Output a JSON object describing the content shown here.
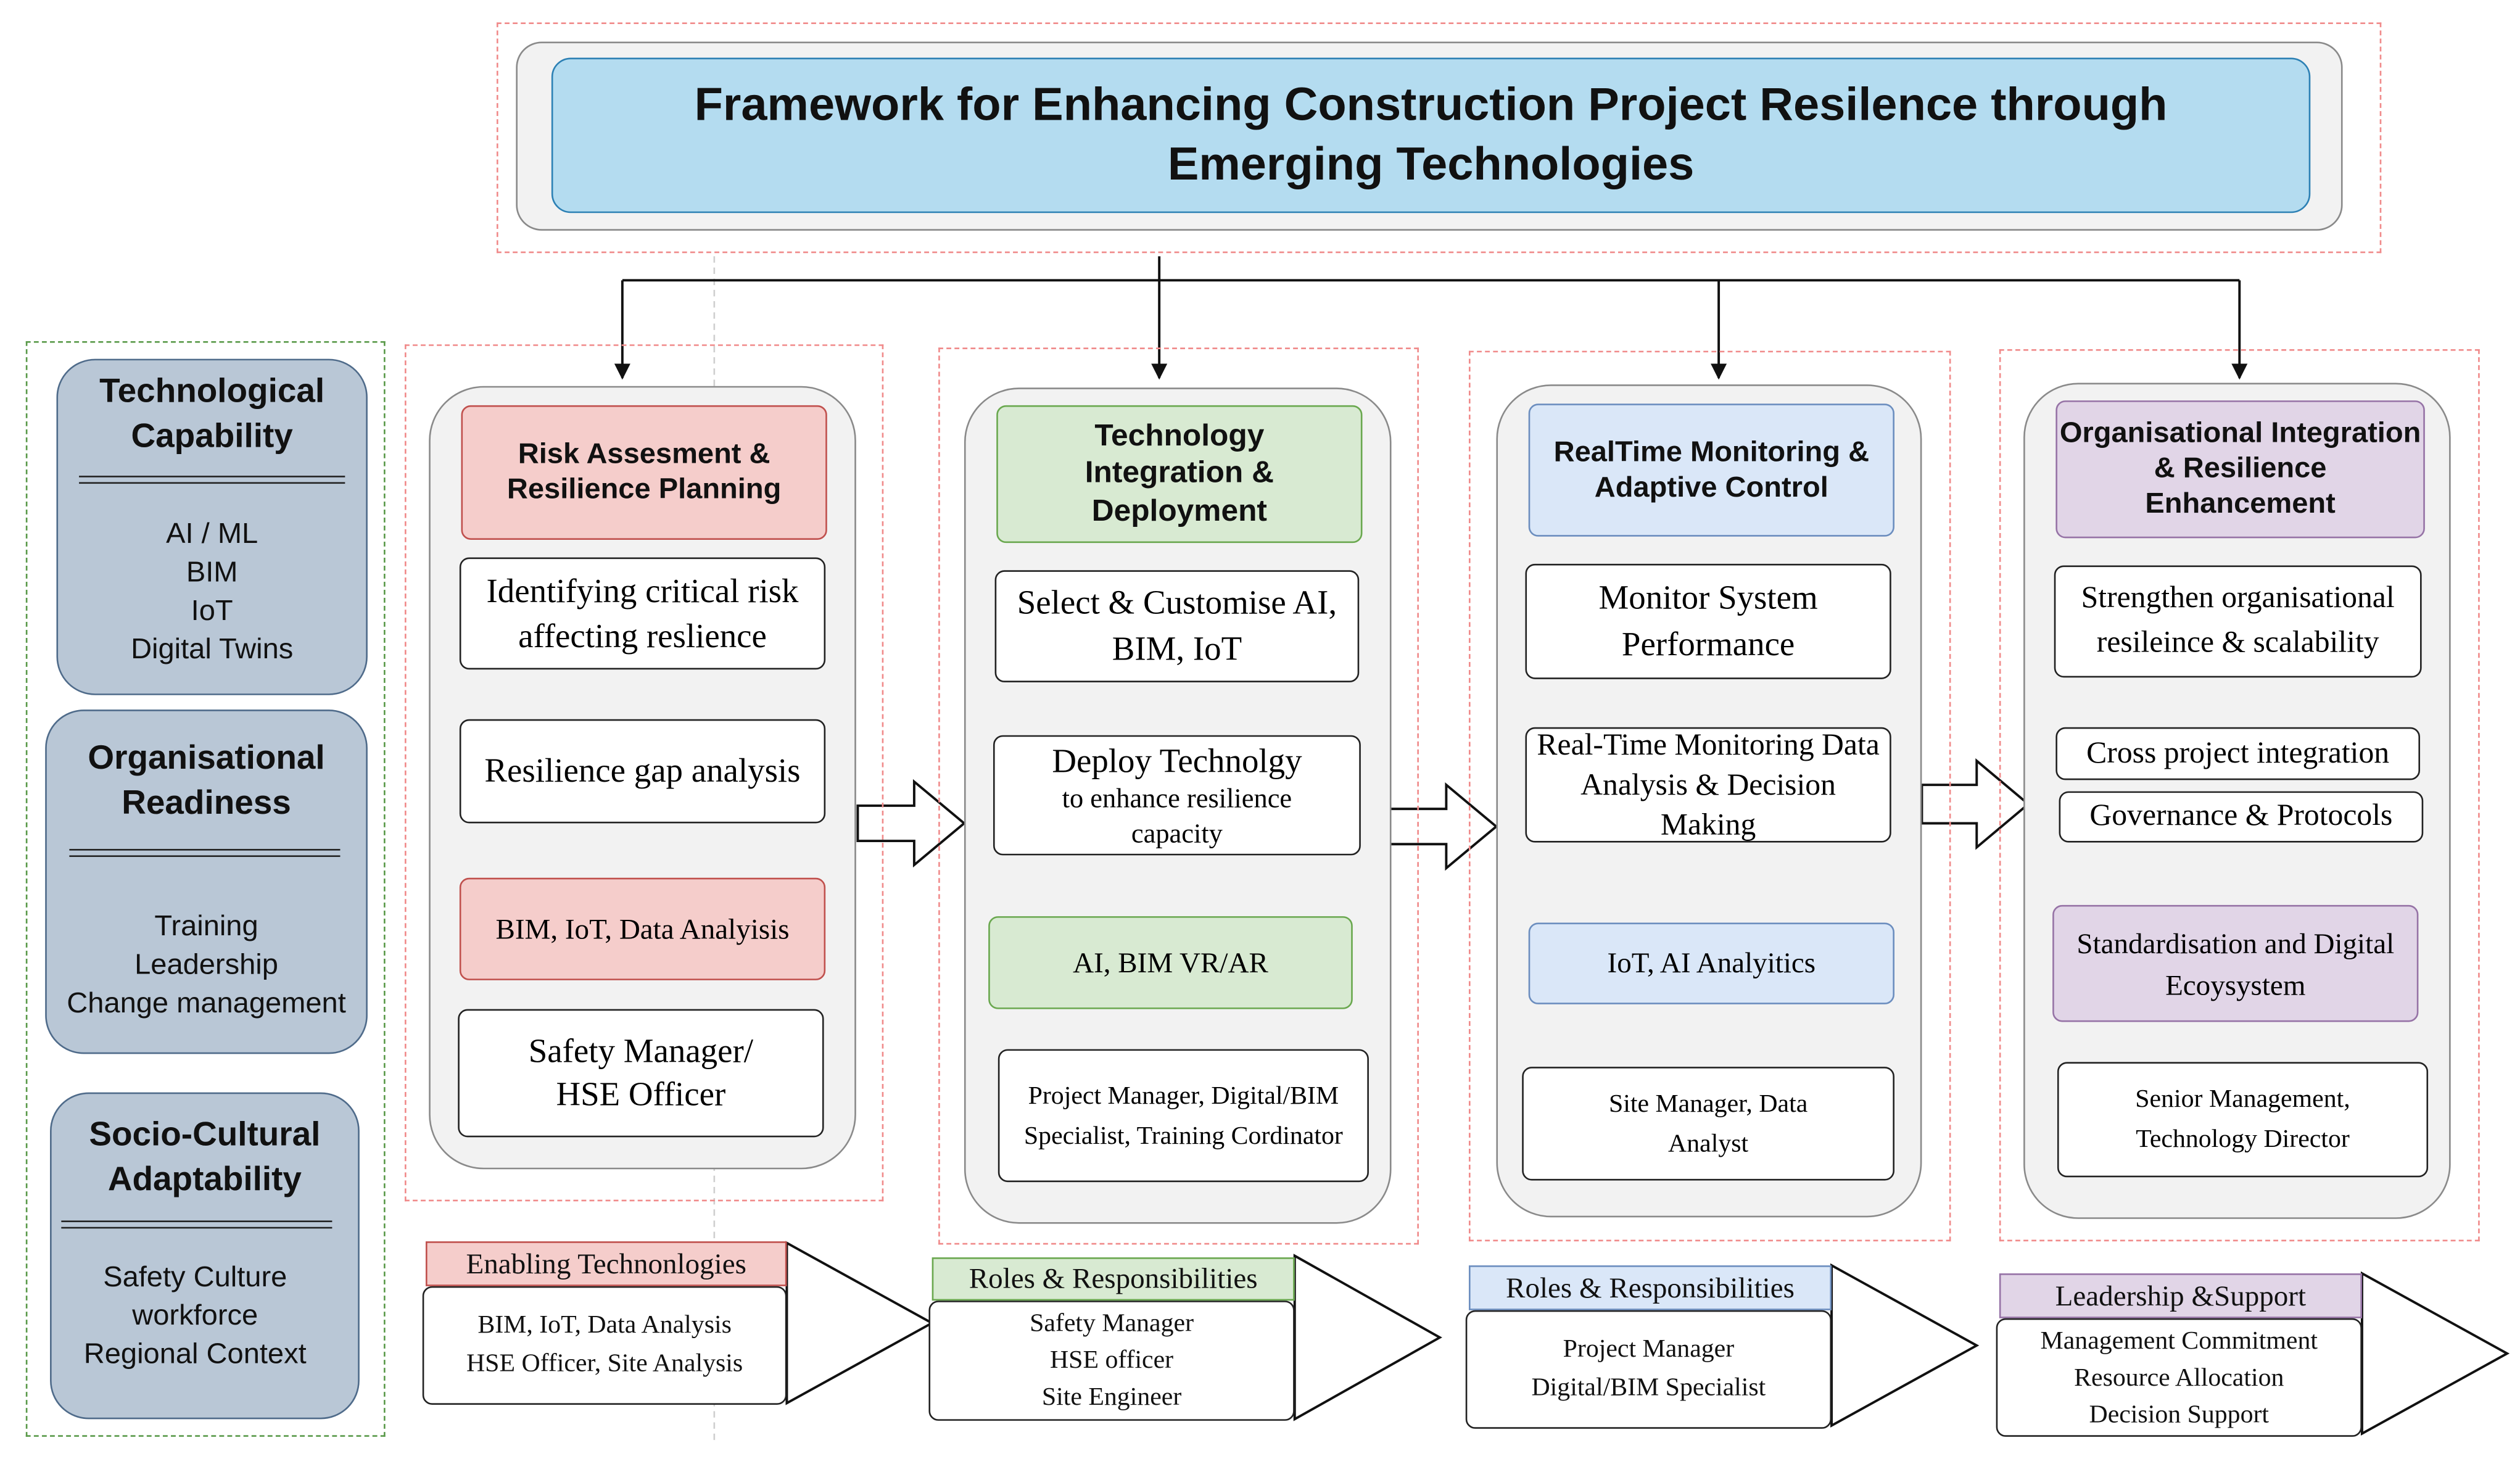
{
  "title": "Framework for Enhancing Construction Project Resilence through Emerging Technologies",
  "sidebar": [
    {
      "title": "Technological Capability",
      "items": [
        "AI / ML",
        "BIM",
        "IoT",
        "Digital Twins"
      ]
    },
    {
      "title": "Organisational Readiness",
      "items": [
        "Training",
        "Leadership",
        "Change management"
      ]
    },
    {
      "title": "Socio-Cultural Adaptability",
      "items": [
        "Safety Culture",
        "workforce",
        "Regional Context"
      ]
    }
  ],
  "phases": [
    {
      "header": "Risk Assesment & Resilience Planning",
      "header_color": "#f5cdcb",
      "header_border": "#c0504d",
      "step1": "Identifying critical risk affecting reslience",
      "step2": "Resilience gap analysis",
      "tech": "BIM, IoT, Data Analyisis",
      "roles": "Safety Manager/ HSE Officer"
    },
    {
      "header": "Technology Integration & Deployment",
      "header_color": "#d8ead2",
      "header_border": "#6aa84f",
      "step1": "Select & Customise AI, BIM, IoT",
      "step2_main": "Deploy Technolgy",
      "step2_sub": "to enhance resilience capacity",
      "tech": "AI, BIM VR/AR",
      "roles": "Project Manager, Digital/BIM Specialist, Training Cordinator"
    },
    {
      "header": "RealTime Monitoring & Adaptive Control",
      "header_color": "#dae7f8",
      "header_border": "#6c8ebf",
      "step1": "Monitor System Performance",
      "step2": "Real-Time Monitoring Data Analysis & Decision Making",
      "tech": "IoT, AI Analyitics",
      "roles": "Site Manager, Data Analyst"
    },
    {
      "header": "Organisational Integration & Resilience Enhancement",
      "header_color": "#e1d5e7",
      "header_border": "#9673a6",
      "step1": "Strengthen organisational resileince & scalability",
      "step2": "Cross project integration",
      "step3": "Governance & Protocols",
      "tech": "Standardisation and Digital Ecoysystem",
      "roles": "Senior Management, Technology Director"
    }
  ],
  "bottom": [
    {
      "label": "Enabling Technonlogies",
      "color": "#f5cdcb",
      "lines": [
        "BIM, IoT, Data Analysis",
        "HSE Officer, Site Analysis"
      ]
    },
    {
      "label": "Roles & Responsibilities",
      "color": "#d8ead2",
      "lines": [
        "Safety Manager",
        "HSE officer",
        "Site Engineer"
      ]
    },
    {
      "label": "Roles & Responsibilities",
      "color": "#dae7f8",
      "lines": [
        "Project Manager",
        "Digital/BIM Specialist"
      ]
    },
    {
      "label": "Leadership &Support",
      "color": "#e1d5e7",
      "lines": [
        "Management Commitment",
        "Resource Allocation",
        "Decision Support"
      ]
    }
  ]
}
